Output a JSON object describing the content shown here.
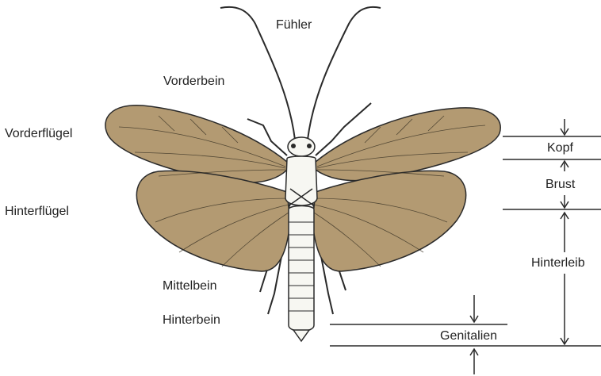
{
  "labels": {
    "fuehler": "Fühler",
    "vorderbein": "Vorderbein",
    "vorderfluegel": "Vorderflügel",
    "hinterfluegel": "Hinterflügel",
    "mittelbein": "Mittelbein",
    "hinterbein": "Hinterbein",
    "kopf": "Kopf",
    "brust": "Brust",
    "hinterleib": "Hinterleib",
    "genitalien": "Genitalien"
  },
  "colors": {
    "wing": "#b39a72",
    "outline": "#2a2a2a",
    "body": "#f7f7f2"
  }
}
